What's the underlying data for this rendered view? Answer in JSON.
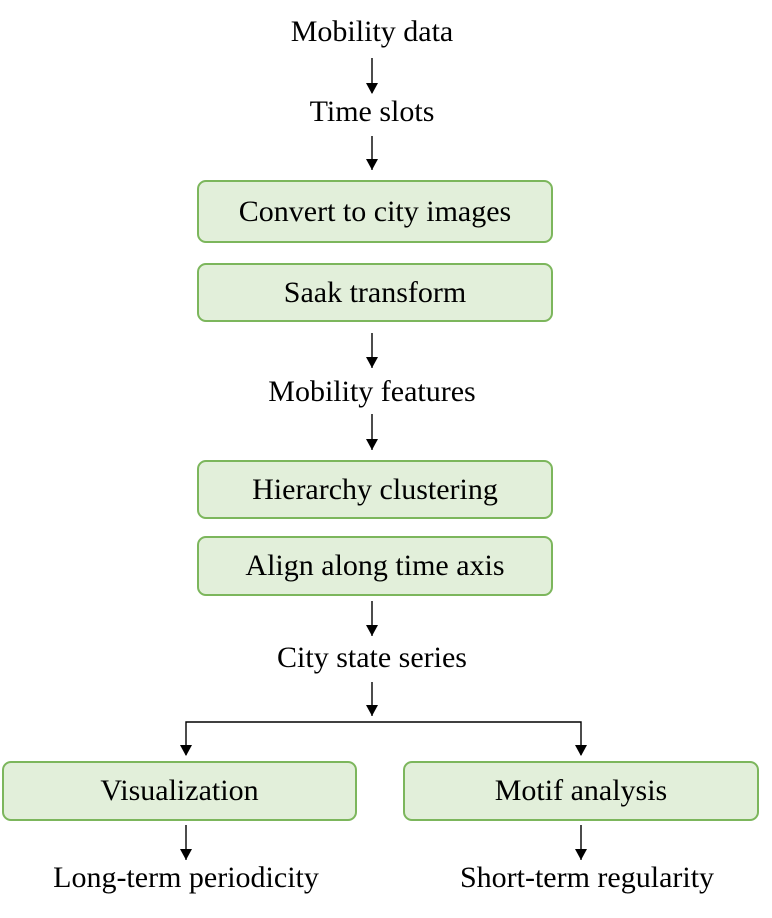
{
  "diagram": {
    "data_label": "Mobility data",
    "slots_label": "Time slots",
    "convert_label": "Convert to city images",
    "saak_label": "Saak transform",
    "features_label": "Mobility features",
    "cluster_label": "Hierarchy clustering",
    "align_label": "Align along time axis",
    "series_label": "City state series",
    "viz_label": "Visualization",
    "motif_label": "Motif analysis",
    "long_label": "Long-term periodicity",
    "short_label": "Short-term regularity"
  },
  "colors": {
    "box_fill": "#e2efda",
    "box_border": "#7cb65c",
    "arrow": "#000000"
  }
}
